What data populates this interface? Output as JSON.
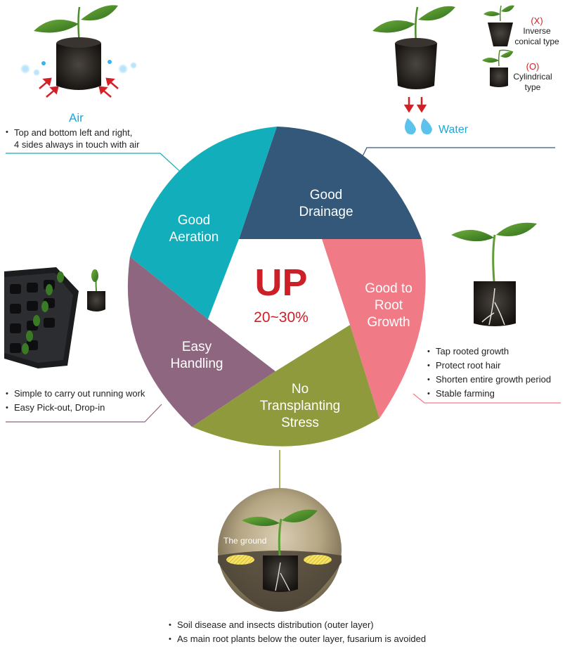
{
  "center": {
    "title": "UP",
    "subtitle": "20~30%"
  },
  "segments": [
    {
      "label_lines": [
        "Good",
        "Drainage"
      ],
      "color": "#34587a"
    },
    {
      "label_lines": [
        "Good to",
        "Root",
        "Growth"
      ],
      "color": "#f07b86"
    },
    {
      "label_lines": [
        "No",
        "Transplanting",
        "Stress"
      ],
      "color": "#8f9a3c"
    },
    {
      "label_lines": [
        "Easy",
        "Handling"
      ],
      "color": "#8e6680"
    },
    {
      "label_lines": [
        "Good",
        "Aeration"
      ],
      "color": "#12aebc"
    }
  ],
  "air": {
    "title": "Air",
    "bullets": [
      "Top and bottom left and right,\n4 sides always in touch with air"
    ]
  },
  "water": {
    "title": "Water"
  },
  "pot_types": [
    {
      "mark": "(X)",
      "text_lines": [
        "Inverse",
        "conical type"
      ]
    },
    {
      "mark": "(O)",
      "text_lines": [
        "Cylindrical",
        "type"
      ]
    }
  ],
  "root_growth": {
    "bullets": [
      "Tap rooted growth",
      "Protect root hair",
      "Shorten entire growth period",
      "Stable farming"
    ]
  },
  "handling": {
    "bullets": [
      "Simple to carry out running work",
      "Easy Pick-out, Drop-in"
    ]
  },
  "ground": {
    "label": "The ground",
    "bullets": [
      "Soil disease and insects distribution (outer layer)",
      "As main root plants below the outer layer, fusarium is avoided"
    ]
  },
  "colors": {
    "accent_blue": "#1aa7d8",
    "arrow_red": "#d32027"
  }
}
